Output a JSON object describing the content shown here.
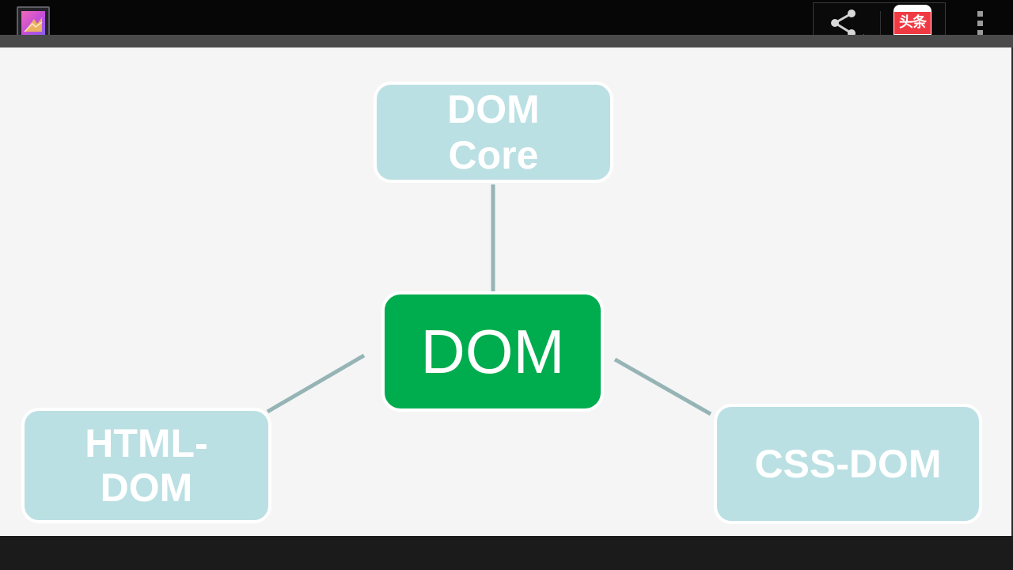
{
  "action_bar": {
    "app_icon": "gallery-icon",
    "share_icon": "share-icon",
    "toutiao_label": "头条",
    "overflow_icon": "overflow-menu-icon"
  },
  "diagram": {
    "nodes": {
      "dom_core": {
        "line1": "DOM",
        "line2": "Core"
      },
      "dom": {
        "label": "DOM"
      },
      "html_dom": {
        "line1": "HTML-",
        "line2": "DOM"
      },
      "css_dom": {
        "label": "CSS-DOM"
      }
    },
    "colors": {
      "center_node": "#00ad4e",
      "outer_node": "#bbe0e3",
      "connector": "#96b4b6",
      "background": "#f5f5f5"
    }
  }
}
